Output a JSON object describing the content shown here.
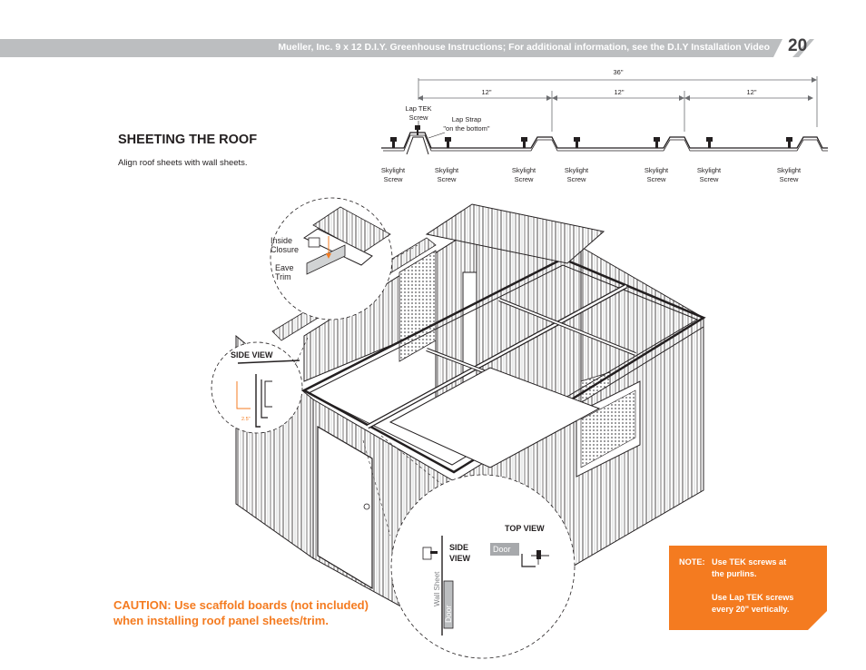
{
  "header": {
    "title": "Mueller, Inc. 9 x 12 D.I.Y. Greenhouse Instructions; For additional information, see the D.I.Y Installation Video",
    "page_number": "20",
    "bar_color": "#bcbec0"
  },
  "section": {
    "title": "SHEETING THE ROOF",
    "intro": "Align roof sheets with wall sheets."
  },
  "roof_detail": {
    "dimensions": {
      "overall": "36\"",
      "segments": [
        "12\"",
        "12\"",
        "12\""
      ]
    },
    "labels": {
      "lap_tek_screw": [
        "Lap TEK",
        "Screw"
      ],
      "lap_strap": [
        "Lap Strap",
        "\"on the bottom\""
      ]
    },
    "skylight_screw": [
      "Skylight",
      "Screw"
    ]
  },
  "callouts": {
    "eave": {
      "inside_closure": [
        "Inside",
        "Closure"
      ],
      "eave_trim": [
        "Eave",
        "Trim"
      ]
    },
    "side_view": {
      "title": "SIDE  VIEW",
      "measure": "2.5\""
    },
    "door": {
      "top_view": "TOP  VIEW",
      "side_view": [
        "SIDE",
        "VIEW"
      ],
      "door": "Door",
      "wall_sheet": "Wall Sheet"
    }
  },
  "caution": {
    "line1": "CAUTION: Use scaffold boards (not included)",
    "line2": "when installing roof panel sheets/trim."
  },
  "note": {
    "line1_key": "NOTE:",
    "line1": "Use TEK screws at",
    "line2": "the purlins.",
    "line3": "Use Lap TEK screws",
    "line4": "every 20\" vertically."
  },
  "colors": {
    "accent": "#f47b20",
    "text": "#231f20"
  }
}
